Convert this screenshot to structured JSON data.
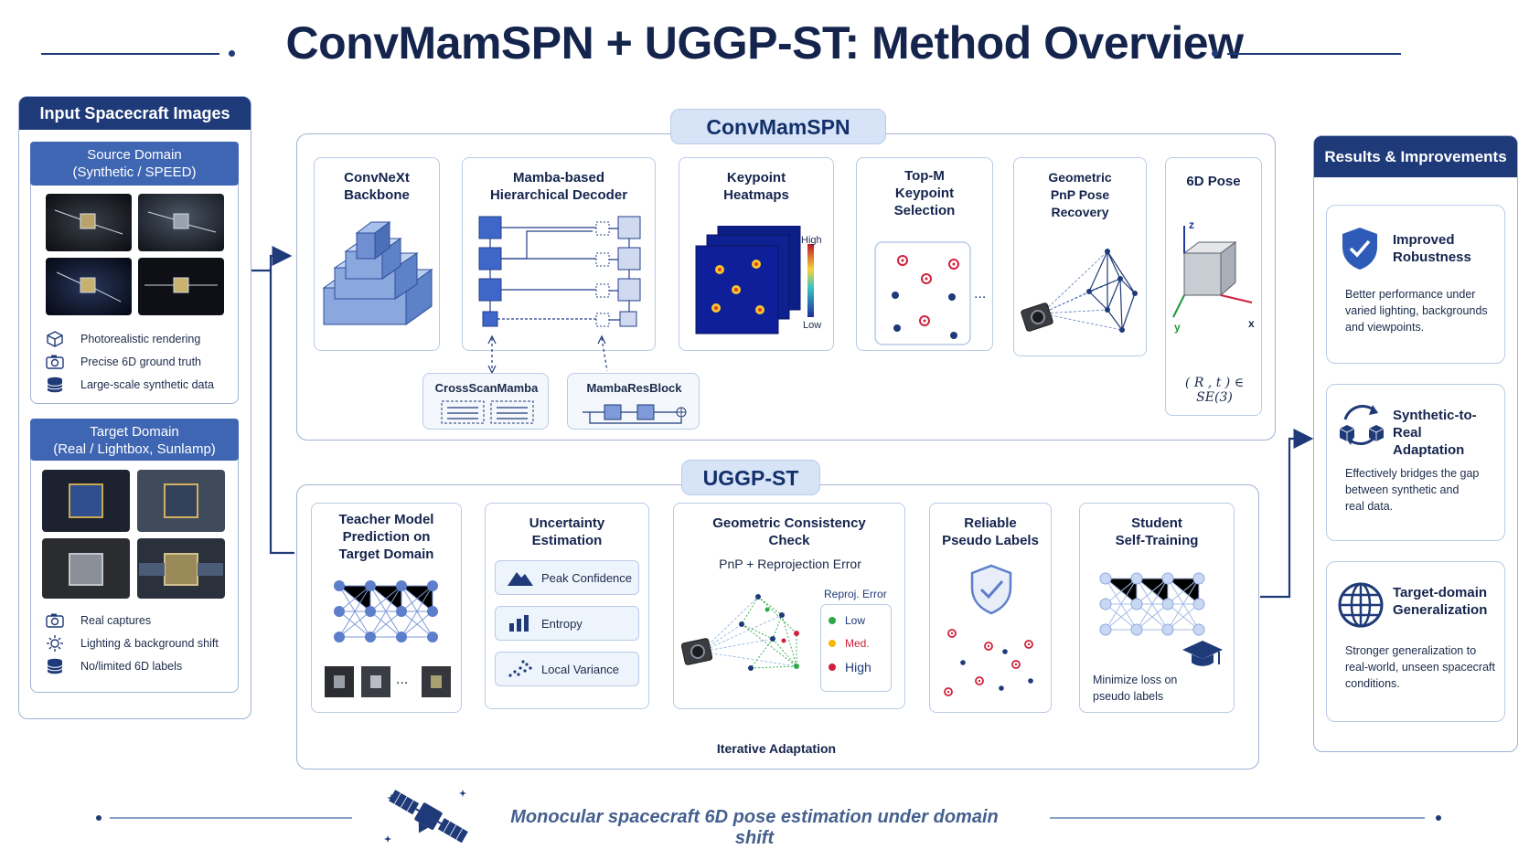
{
  "title": "ConvMamSPN + UGGP-ST: Method Overview",
  "input_panel": {
    "heading": "Input Spacecraft Images",
    "source": {
      "heading_line1": "Source Domain",
      "heading_line2": "(Synthetic / SPEED)",
      "features": [
        "Photorealistic rendering",
        "Precise 6D ground truth",
        "Large-scale synthetic data"
      ]
    },
    "target": {
      "heading_line1": "Target Domain",
      "heading_line2": "(Real / Lightbox, Sunlamp)",
      "features": [
        "Real captures",
        "Lighting & background shift",
        "No/limited 6D labels"
      ]
    }
  },
  "convmamspn": {
    "label": "ConvMamSPN",
    "stages": [
      {
        "l1": "ConvNeXt",
        "l2": "Backbone"
      },
      {
        "l1": "Mamba-based",
        "l2": "Hierarchical Decoder"
      },
      {
        "l1": "Keypoint",
        "l2": "Heatmaps"
      },
      {
        "l1": "Top-M",
        "l2": "Keypoint",
        "l3": "Selection"
      },
      {
        "l1": "Geometric",
        "l2": "PnP Pose",
        "l3": "Recovery"
      },
      {
        "l1": "6D Pose"
      }
    ],
    "modules": [
      "CrossScanMamba",
      "MambaResBlock"
    ],
    "heatmap_high": "High",
    "heatmap_low": "Low",
    "ellipsis": "...",
    "axis_z": "z",
    "axis_x": "x",
    "axis_y": "y",
    "pose_formula": "( R , t ) ∈ SE(3)"
  },
  "uggp": {
    "label": "UGGP-ST",
    "teacher": {
      "l1": "Teacher Model",
      "l2": "Prediction on",
      "l3": "Target Domain",
      "ellipsis": "..."
    },
    "uncertainty": {
      "l1": "Uncertainty",
      "l2": "Estimation",
      "items": [
        "Peak Confidence",
        "Entropy",
        "Local Variance"
      ]
    },
    "geometric": {
      "l1": "Geometric Consistency",
      "l2": "Check",
      "sub": "PnP + Reprojection Error",
      "legend_title": "Reproj. Error",
      "legend": [
        "Low",
        "Med.",
        "High"
      ]
    },
    "pseudo": {
      "l1": "Reliable",
      "l2": "Pseudo Labels"
    },
    "student": {
      "l1": "Student",
      "l2": "Self-Training",
      "note_l1": "Minimize loss on",
      "note_l2": "pseudo labels"
    },
    "loop_label": "Iterative Adaptation"
  },
  "results": {
    "heading": "Results & Improvements",
    "cards": [
      {
        "t1": "Improved",
        "t2": "Robustness",
        "d1": "Better performance under",
        "d2": "varied lighting, backgrounds",
        "d3": "and viewpoints."
      },
      {
        "t1": "Synthetic-to-Real",
        "t2": "Adaptation",
        "d1": "Effectively bridges the gap",
        "d2": "between synthetic and",
        "d3": "real data."
      },
      {
        "t1": "Target-domain",
        "t2": "Generalization",
        "d1": "Stronger generalization to",
        "d2": "real-world, unseen spacecraft",
        "d3": "conditions."
      }
    ]
  },
  "footer": "Monocular spacecraft 6D pose estimation under domain shift",
  "colors": {
    "navy": "#1f3a78",
    "accent": "#3f66b3",
    "pill": "#d7e4f7",
    "border": "#b9cbe8"
  }
}
